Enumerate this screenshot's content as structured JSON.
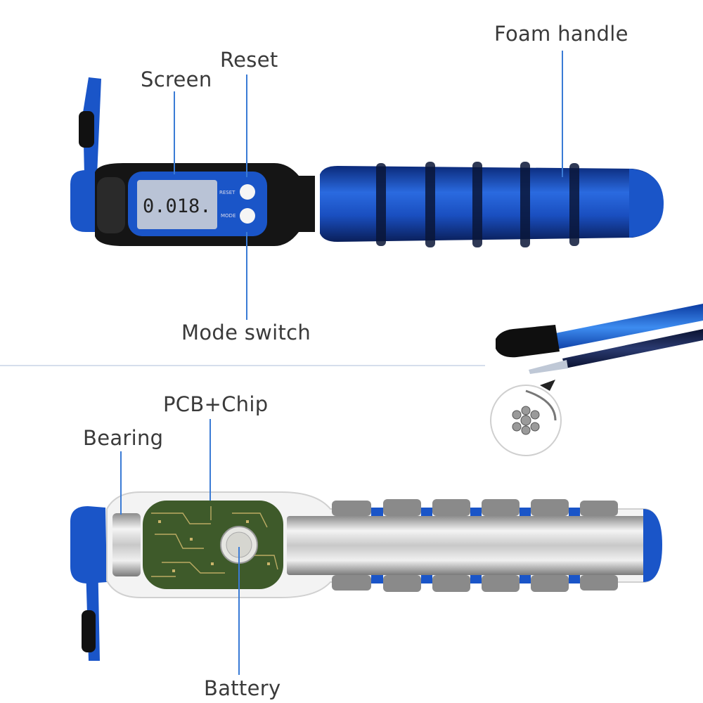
{
  "labels": {
    "foam_handle": "Foam handle",
    "reset": "Reset",
    "screen": "Screen",
    "mode_switch": "Mode switch",
    "pcb_chip": "PCB+Chip",
    "bearing": "Bearing",
    "battery": "Battery"
  },
  "device": {
    "lcd_reading": "0.018.",
    "button_reset": "RESET",
    "button_mode": "MODE"
  },
  "colors": {
    "accent_blue": "#1a55c8",
    "leader_line": "#3a7bd5",
    "body_black": "#151515",
    "lcd_bg": "#b9c3d6",
    "pcb_green": "#3e5a2a",
    "foam_grey": "#8a8a8a"
  },
  "icons": [
    "rope-cable-cross-section-icon"
  ]
}
